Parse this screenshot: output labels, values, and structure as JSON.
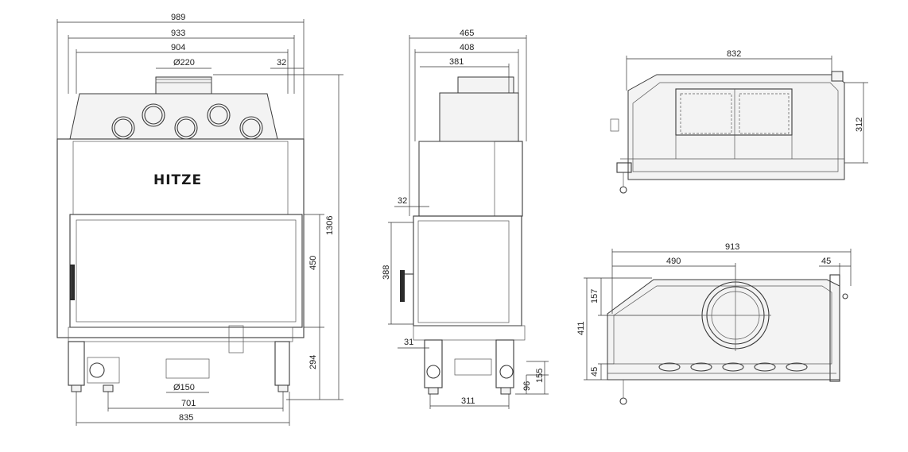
{
  "brand": "HITZE",
  "front_view": {
    "dim_overall_width": "989",
    "dim_body_width": "933",
    "dim_top_width": "904",
    "dim_flue_diameter": "Ø220",
    "dim_side_offset": "32",
    "dim_total_height": "1306",
    "dim_door_height": "450",
    "dim_base_height": "294",
    "dim_air_diameter": "Ø150",
    "dim_foot_span_inner": "701",
    "dim_foot_span_outer": "835"
  },
  "side_view": {
    "dim_depth_total": "465",
    "dim_depth_body": "408",
    "dim_depth_top": "381",
    "dim_front_offset": "32",
    "dim_door_opening": "388",
    "dim_front_foot_offset": "31",
    "dim_foot_depth": "311",
    "dim_foot_height_small": "96",
    "dim_foot_height_large": "155"
  },
  "top_view": {
    "dim_width": "832",
    "dim_height": "312"
  },
  "bottom_view": {
    "dim_width": "913",
    "dim_center": "490",
    "dim_right_offset": "45",
    "dim_depth": "411",
    "dim_to_center": "157",
    "dim_front_offset": "45"
  }
}
